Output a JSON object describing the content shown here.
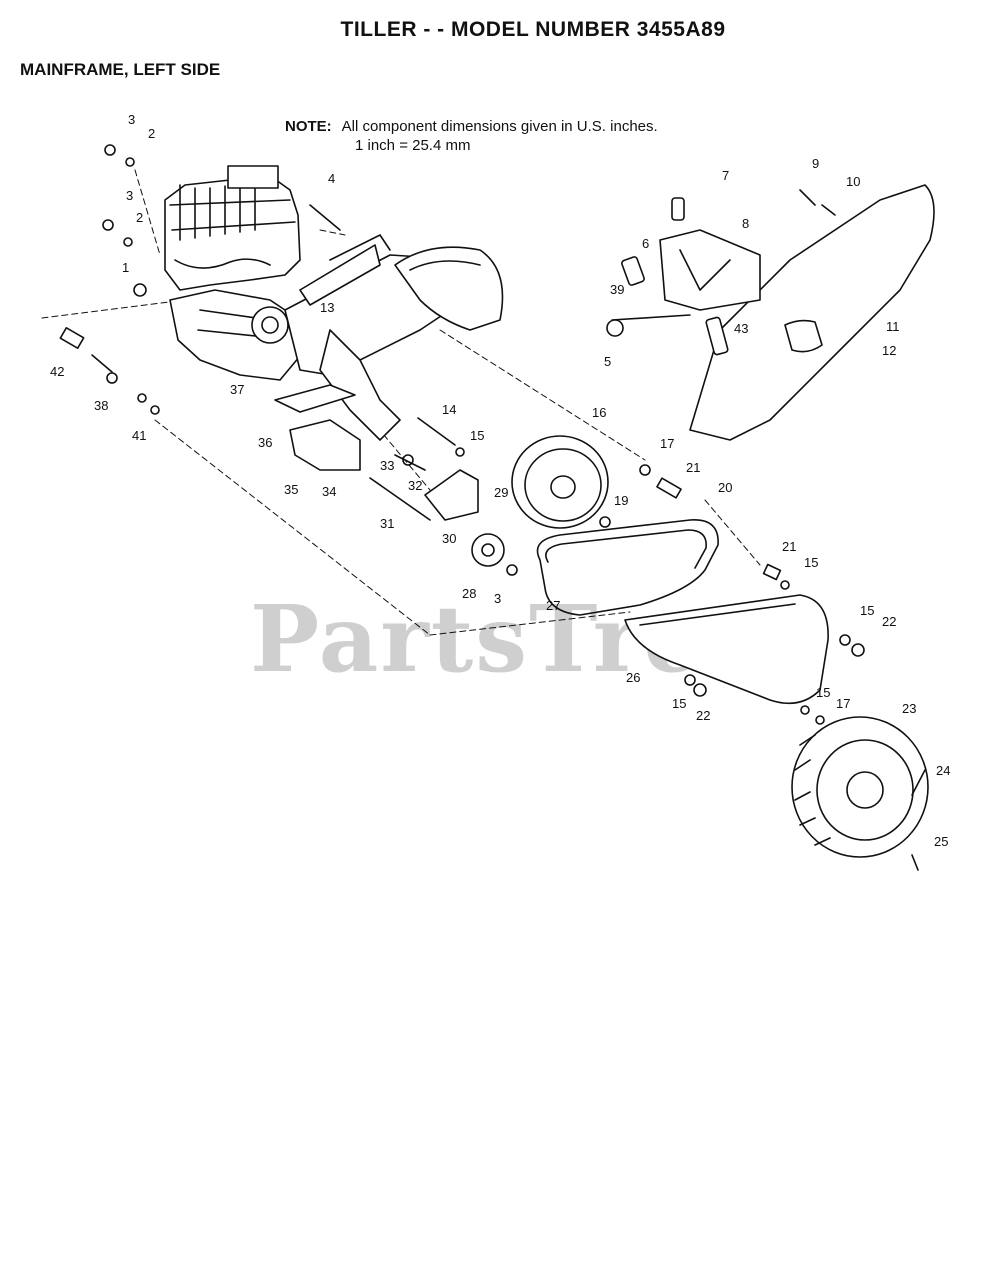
{
  "title": "TILLER - - MODEL NUMBER 3455A89",
  "subtitle": "MAINFRAME, LEFT SIDE",
  "note": {
    "label": "NOTE:",
    "line1": "All component dimensions given in U.S. inches.",
    "line2": "1 inch = 25.4 mm"
  },
  "watermark": "PartsTree",
  "callouts": [
    "3",
    "2",
    "3",
    "2",
    "1",
    "4",
    "13",
    "37",
    "42",
    "38",
    "41",
    "36",
    "35",
    "34",
    "33",
    "32",
    "31",
    "14",
    "15",
    "30",
    "29",
    "16",
    "17",
    "21",
    "20",
    "19",
    "28",
    "3",
    "27",
    "21",
    "15",
    "15",
    "22",
    "26",
    "15",
    "22",
    "15",
    "17",
    "23",
    "24",
    "25",
    "7",
    "9",
    "10",
    "8",
    "6",
    "39",
    "43",
    "5",
    "11",
    "12"
  ]
}
